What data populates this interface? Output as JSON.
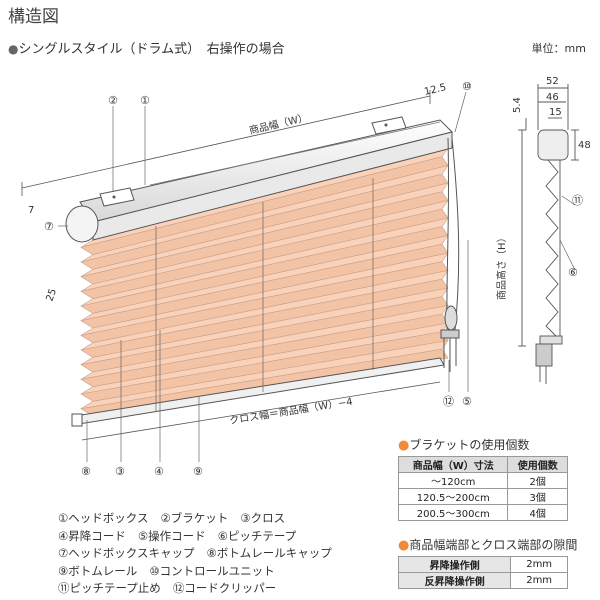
{
  "title": "構造図",
  "subtitle": "シングルスタイル（ドラム式）　右操作の場合",
  "subtitle_bullet": "●",
  "unit": "単位：mm",
  "colors": {
    "cloth": "#f9d2b9",
    "line": "#555555",
    "accent": "#f08a3c"
  },
  "dims": {
    "width": "商品幅（W）",
    "cloth_width": "クロス幅＝商品幅（W）−4",
    "height": "商品高さ（H）",
    "d125": "12.5",
    "d7": "7",
    "d25": "25",
    "d52": "52",
    "d46": "46",
    "d15": "15",
    "d54": "5.4",
    "d48": "48"
  },
  "callouts": [
    "①",
    "②",
    "③",
    "④",
    "⑤",
    "⑥",
    "⑦",
    "⑧",
    "⑨",
    "⑩",
    "⑪",
    "⑫"
  ],
  "legend": [
    [
      "①ヘッドボックス",
      "②ブラケット",
      "③クロス"
    ],
    [
      "④昇降コード",
      "⑤操作コード",
      "⑥ピッチテープ"
    ],
    [
      "⑦ヘッドボックスキャップ",
      "⑧ボトムレールキャップ"
    ],
    [
      "⑨ボトムレール",
      "⑩コントロールユニット"
    ],
    [
      "⑪ピッチテープ止め",
      "⑫コードクリッパー"
    ]
  ],
  "bracket_table": {
    "title": "ブラケットの使用個数",
    "headers": [
      "商品幅（W）寸法",
      "使用個数"
    ],
    "rows": [
      [
        "〜120cm",
        "2個"
      ],
      [
        "120.5〜200cm",
        "3個"
      ],
      [
        "200.5〜300cm",
        "4個"
      ]
    ]
  },
  "gap_table": {
    "title": "商品幅端部とクロス端部の隙間",
    "rows": [
      [
        "昇降操作側",
        "2mm"
      ],
      [
        "反昇降操作側",
        "2mm"
      ]
    ]
  }
}
